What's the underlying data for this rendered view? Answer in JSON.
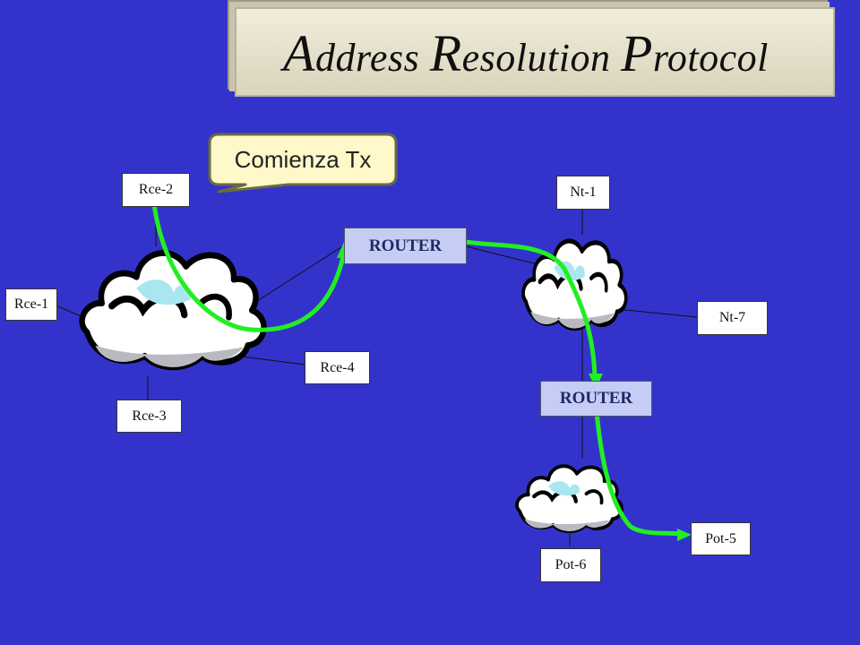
{
  "title": {
    "first_letter_1": "A",
    "rest_1": "ddress ",
    "first_letter_2": "R",
    "rest_2": "esolution ",
    "first_letter_3": "P",
    "rest_3": "rotocol"
  },
  "callout": {
    "text": "Comienza Tx"
  },
  "routers": {
    "router_1": "ROUTER",
    "router_2": "ROUTER"
  },
  "nodes": {
    "rce_1": "Rce-1",
    "rce_2": "Rce-2",
    "rce_3": "Rce-3",
    "rce_4": "Rce-4",
    "nt_1": "Nt-1",
    "nt_7": "Nt-7",
    "pot_5": "Pot-5",
    "pot_6": "Pot-6"
  },
  "colors": {
    "background": "#3333cc",
    "path": "#22ee22",
    "router_fill": "#c6cdf4"
  }
}
